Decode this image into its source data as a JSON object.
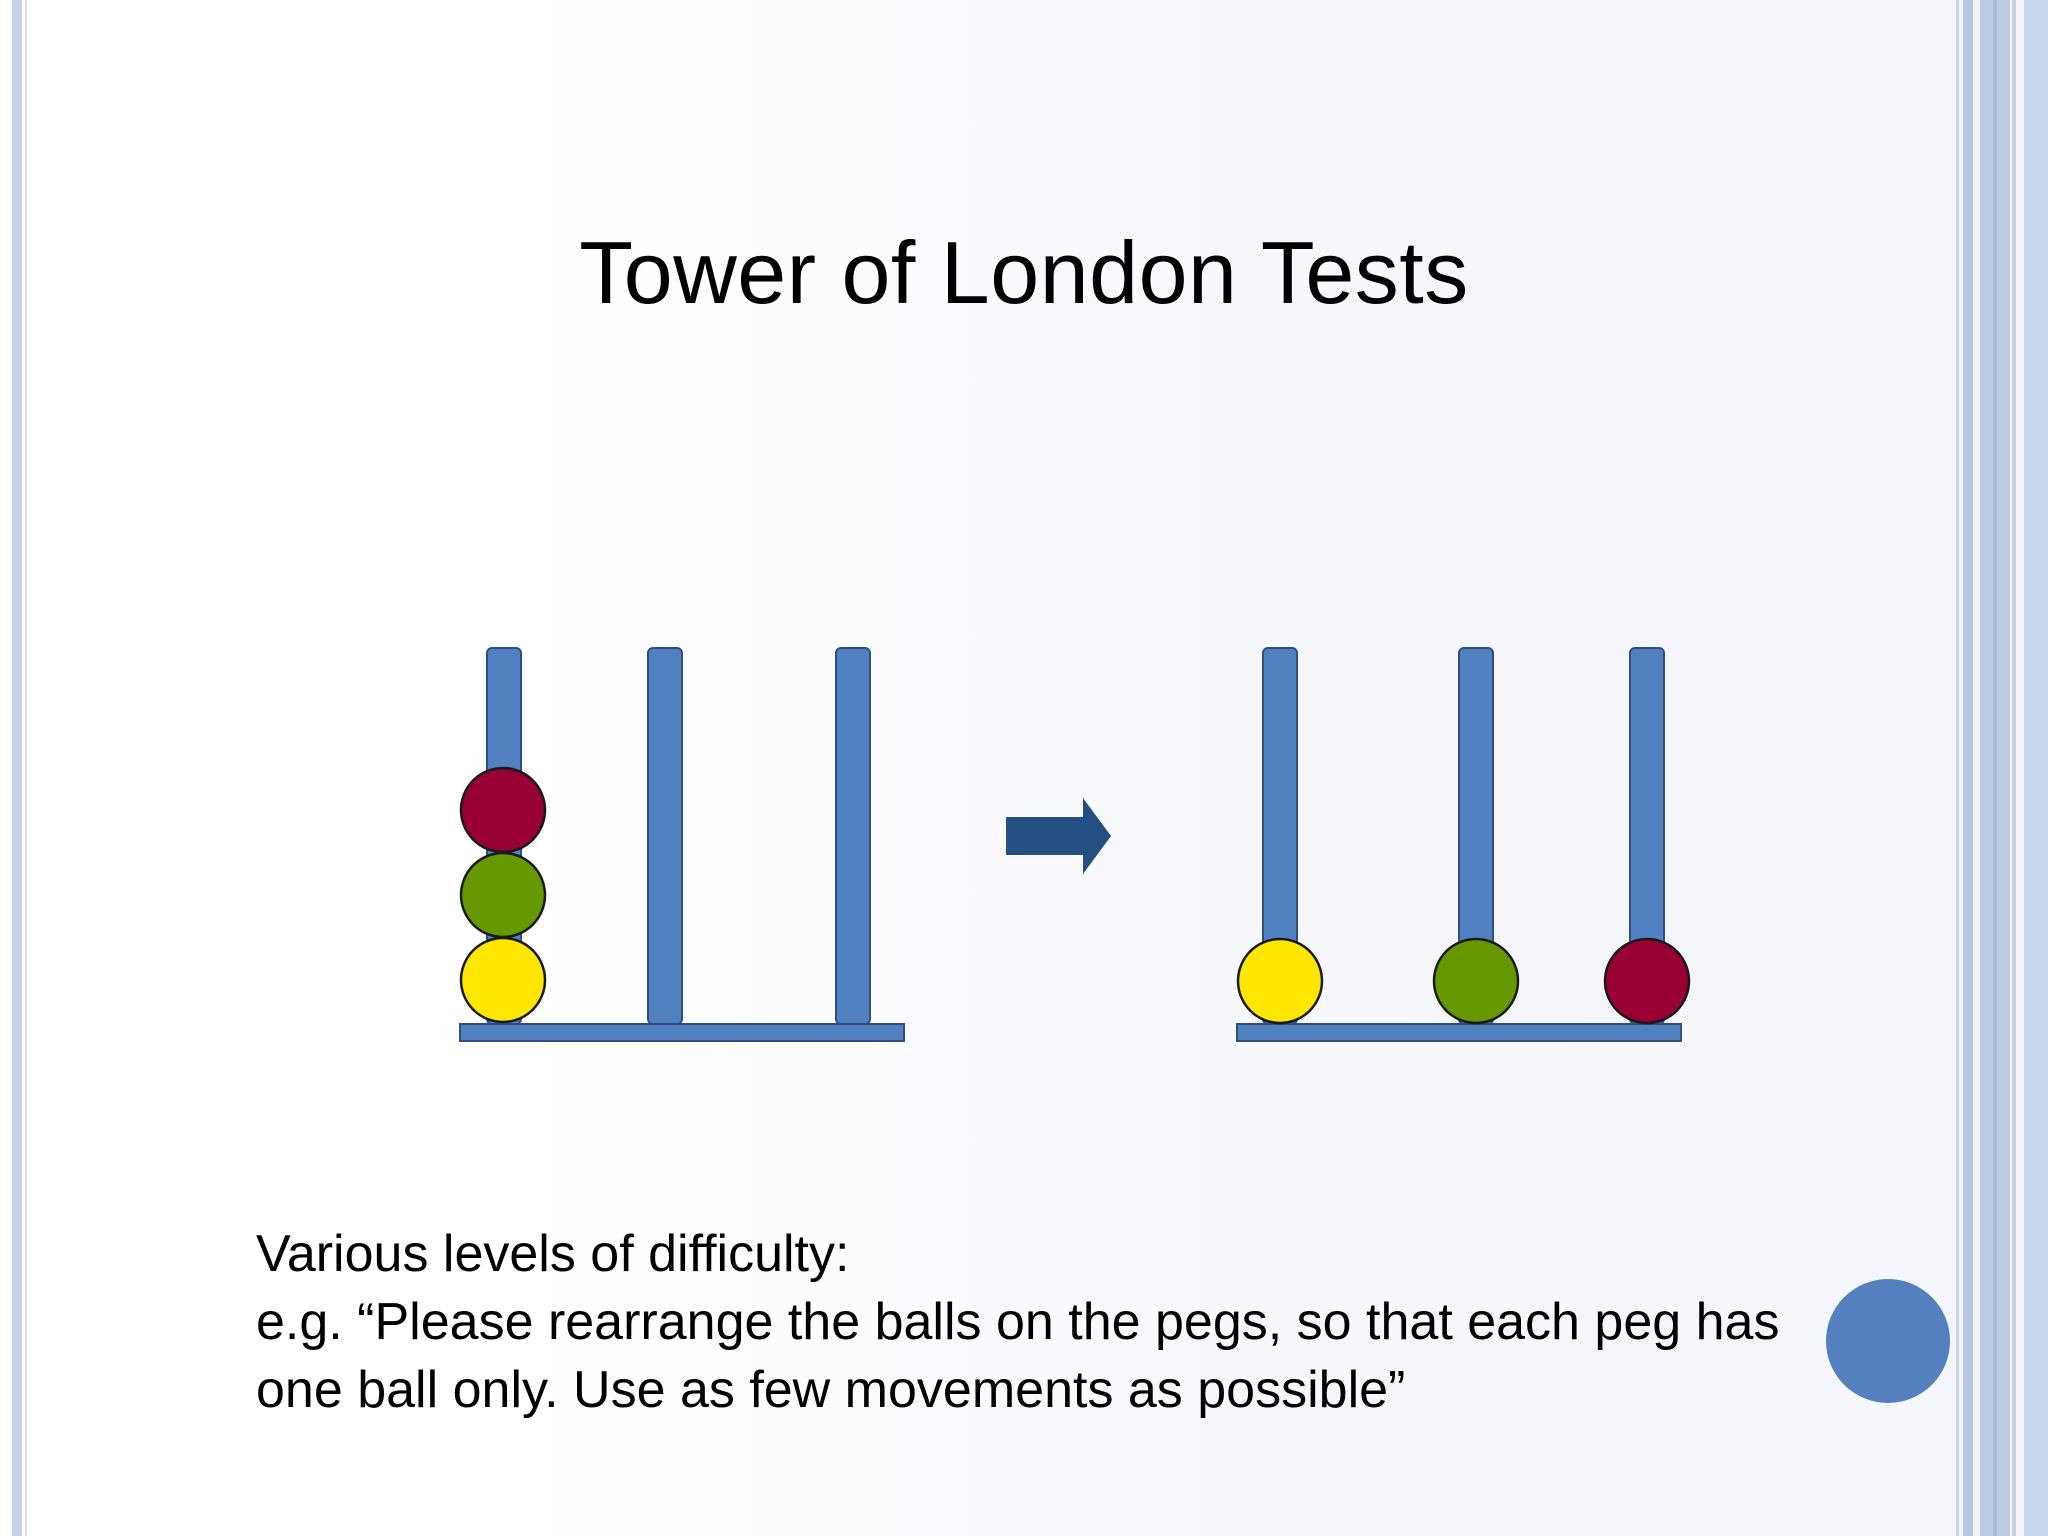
{
  "slide": {
    "title": "Tower of London Tests",
    "body_lines": [
      "Various levels of difficulty:",
      "e.g. “Please rearrange the balls on the pegs, so that each peg has",
      "one ball only. Use as few movements as possible”"
    ]
  },
  "colors": {
    "peg": "#5281c2",
    "peg_outline": "#2f4f80",
    "arrow": "#234f82",
    "ball_red": "#990033",
    "ball_green": "#669900",
    "ball_yellow": "#ffe600",
    "ball_outline": "#1a1a1a",
    "side_rule": "#b7c8de",
    "slide_dot": "#5580c0"
  },
  "diagram": {
    "start_state": {
      "pegs": [
        [
          "yellow",
          "green",
          "red"
        ],
        [],
        []
      ]
    },
    "goal_state": {
      "pegs": [
        [
          "yellow"
        ],
        [
          "green"
        ],
        [
          "red"
        ]
      ]
    },
    "arrow_icon": "right-arrow-icon"
  }
}
